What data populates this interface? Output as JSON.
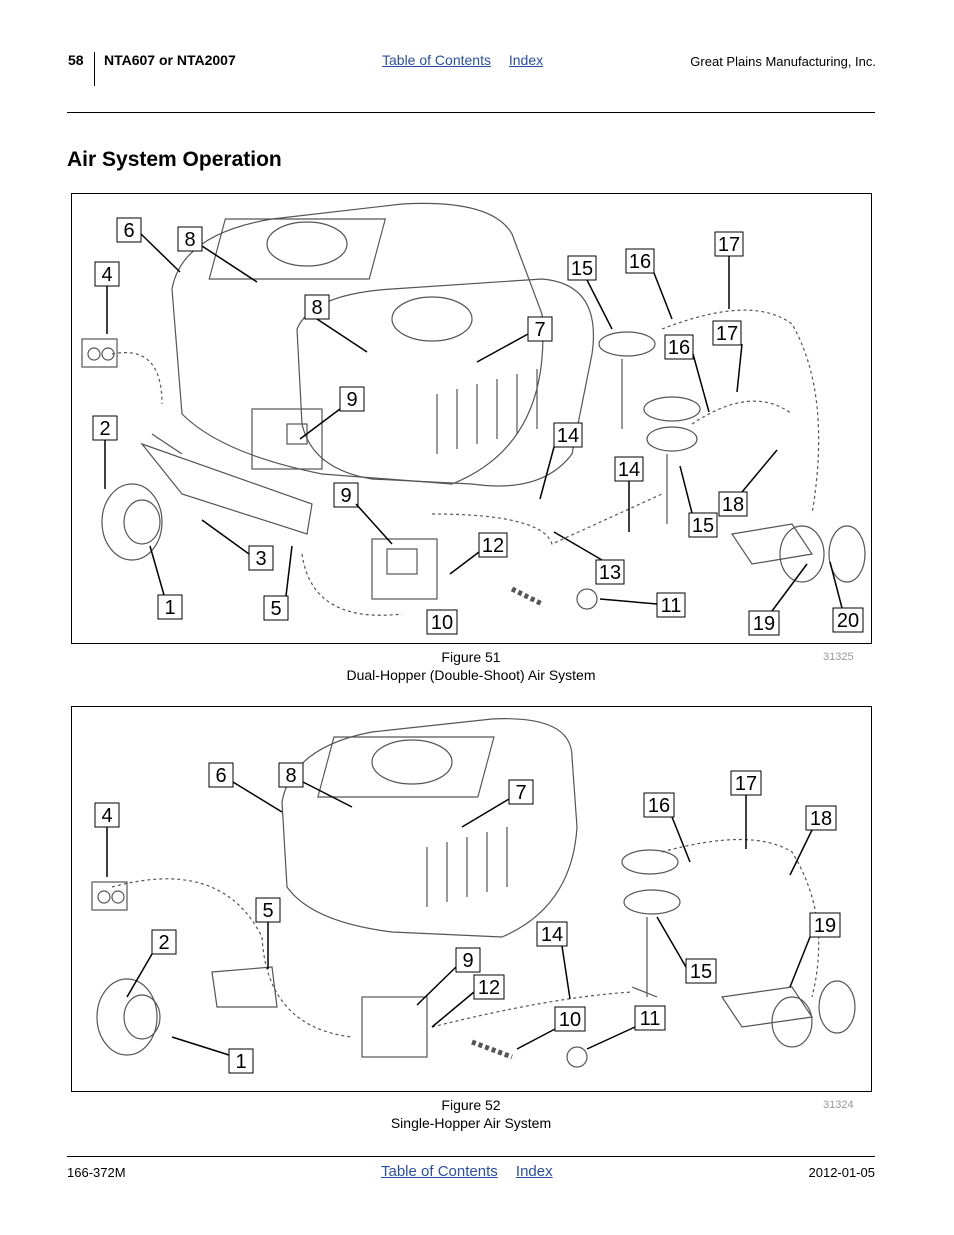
{
  "header": {
    "page_number": "58",
    "model": "NTA607 or NTA2007",
    "toc_link": "Table of Contents",
    "index_link": "Index",
    "company": "Great Plains Manufacturing, Inc."
  },
  "section_title": "Air System Operation",
  "figure1": {
    "caption_number": "Figure 51",
    "caption_title": "Dual-Hopper (Double-Shoot) Air System",
    "drawing_number": "31325",
    "callouts": [
      "6",
      "8",
      "4",
      "8",
      "7",
      "15",
      "16",
      "17",
      "17",
      "16",
      "9",
      "2",
      "14",
      "14",
      "9",
      "18",
      "15",
      "3",
      "12",
      "13",
      "1",
      "5",
      "11",
      "10",
      "19",
      "20"
    ]
  },
  "figure2": {
    "caption_number": "Figure 52",
    "caption_title": "Single-Hopper Air System",
    "drawing_number": "31324",
    "callouts": [
      "6",
      "8",
      "7",
      "17",
      "16",
      "18",
      "4",
      "5",
      "2",
      "19",
      "14",
      "9",
      "15",
      "12",
      "11",
      "10",
      "1"
    ]
  },
  "footer": {
    "doc_number": "166-372M",
    "toc_link": "Table of Contents",
    "index_link": "Index",
    "date": "2012-01-05"
  },
  "colors": {
    "link": "#2a4ea6",
    "drawing_line": "#555555"
  }
}
